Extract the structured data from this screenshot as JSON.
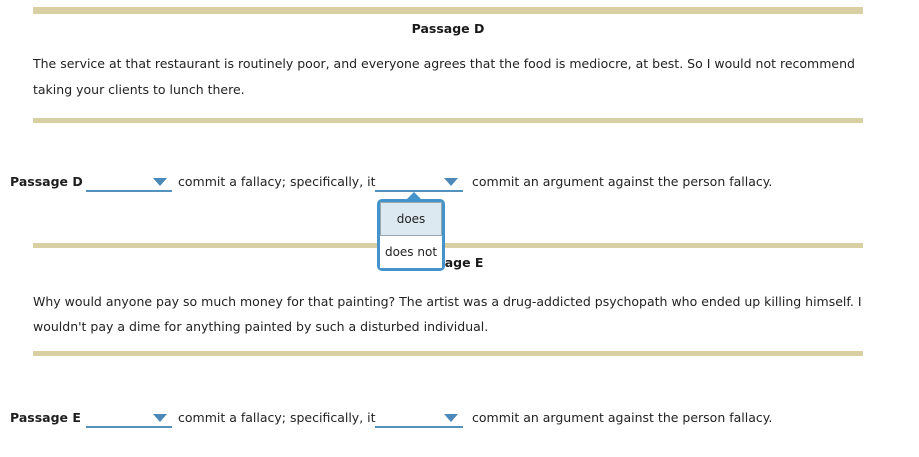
{
  "colors": {
    "accent_blue": "#5591bd",
    "menu_border_blue": "#4493cb",
    "menu_highlight_bg": "#dde9f1",
    "divider_tan": "#d8cfa3",
    "text": "#1f1f1f"
  },
  "passage_d": {
    "heading": "Passage D",
    "body": "The service at that restaurant is routinely poor, and everyone agrees that the food is mediocre, at best. So I would not recommend taking your clients to lunch there."
  },
  "passage_e": {
    "heading": "Passage E",
    "body": "Why would anyone pay so much money for that painting? The artist was a drug-addicted psychopath who ended up killing himself. I wouldn't pay a dime for anything painted by such a disturbed individual."
  },
  "question_d": {
    "label": "Passage D",
    "dropdown_1_value": "",
    "clause_1": "commit a fallacy; specifically, it",
    "dropdown_2_value": "",
    "clause_2": "commit an argument against the person fallacy."
  },
  "question_e": {
    "label": "Passage E",
    "dropdown_1_value": "",
    "clause_1": "commit a fallacy; specifically, it",
    "dropdown_2_value": "",
    "clause_2": "commit an argument against the person fallacy."
  },
  "dropdown_menu": {
    "open_for": "question_d.dropdown_2",
    "options": [
      {
        "label": "does",
        "highlighted": true
      },
      {
        "label": "does not",
        "highlighted": false
      }
    ]
  }
}
